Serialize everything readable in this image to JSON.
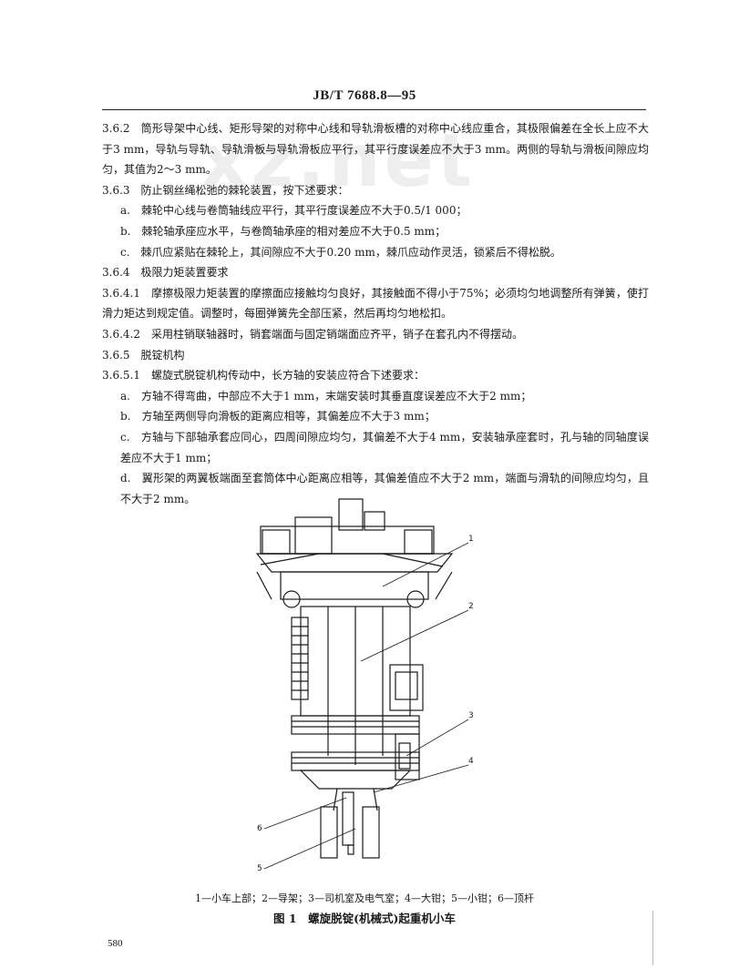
{
  "header": {
    "doc_code": "JB/T 7688.8—95"
  },
  "watermark": "xz.net",
  "paragraphs": [
    {
      "text": "3.6.2　筒形导架中心线、矩形导架的对称中心线和导轨滑板槽的对称中心线应重合，其极限偏差在全长上应不大于3 mm，导轨与导轨、导轨滑板与导轨滑板应平行，其平行度误差应不大于3 mm。两侧的导轨与滑板间隙应均匀，其值为2～3 mm。"
    },
    {
      "text": "3.6.3　防止钢丝绳松弛的棘轮装置，按下述要求："
    },
    {
      "text": "a.　棘轮中心线与卷筒轴线应平行，其平行度误差应不大于0.5/1 000；"
    },
    {
      "text": "b.　棘轮轴承座应水平，与卷筒轴承座的相对差应不大于0.5 mm；"
    },
    {
      "text": "c.　棘爪应紧贴在棘轮上，其间隙应不大于0.20 mm，棘爪应动作灵活，锁紧后不得松脱。"
    },
    {
      "text": "3.6.4　极限力矩装置要求"
    },
    {
      "text": "3.6.4.1　摩擦极限力矩装置的摩擦面应接触均匀良好，其接触面不得小于75%；必须均匀地调整所有弹簧，使打滑力矩达到规定值。调整时，每圈弹簧先全部压紧，然后再均匀地松扣。"
    },
    {
      "text": "3.6.4.2　采用柱销联轴器时，销套端面与固定销端面应齐平，销子在套孔内不得摆动。"
    },
    {
      "text": "3.6.5　脱锭机构"
    },
    {
      "text": "3.6.5.1　螺旋式脱锭机构传动中，长方轴的安装应符合下述要求："
    },
    {
      "text": "a.　方轴不得弯曲，中部应不大于1 mm，末端安装时其垂直度误差应不大于2 mm；"
    },
    {
      "text": "b.　方轴至两侧导向滑板的距离应相等，其偏差应不大于3 mm；"
    },
    {
      "text": "c.　方轴与下部轴承套应同心，四周间隙应均匀，其偏差不大于4 mm，安装轴承座套时，孔与轴的同轴度误差应不大于1 mm；"
    },
    {
      "text": "d.　翼形架的两翼板端面至套筒体中心距离应相等，其偏差值应不大于2 mm，端面与滑轨的间隙应均匀，且不大于2 mm。"
    }
  ],
  "figure": {
    "callouts": [
      "1",
      "2",
      "3",
      "4",
      "6",
      "5"
    ],
    "legend": "1—小车上部；2—导架；3—司机室及电气室；4—大钳；5—小钳；6—顶杆",
    "title": "图 1　螺旋脱锭(机械式)起重机小车"
  },
  "page_number": "580"
}
